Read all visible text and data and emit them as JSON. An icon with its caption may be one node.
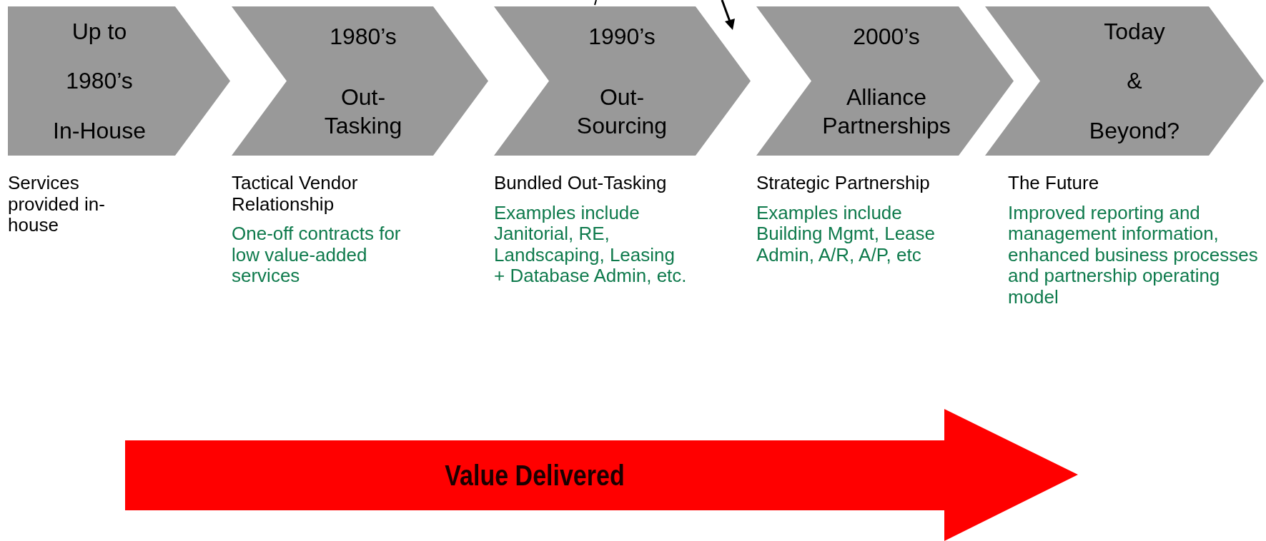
{
  "diagram": {
    "nodes": [
      {
        "text": [
          "Up to",
          "1980’s",
          "In-House"
        ],
        "beside": [
          "Services provided in-house"
        ]
      },
      {
        "text": [
          "1980’s",
          "Out- Tasking"
        ],
        "beside": [
          "Tactical Vendor Relationship",
          "One-off contracts for low value-added services"
        ]
      },
      {
        "text": [
          "1990’s",
          "Out- Sourcing"
        ],
        "beside": [
          "Bundled Out-Tasking",
          "Examples include Janitorial, RE, Landscaping, Leasing + Database Admin, etc."
        ]
      },
      {
        "text": [
          "2000’s",
          "Alliance Partnerships"
        ],
        "beside": [
          "Strategic Partnership",
          "Examples include Building Mgmt, Lease Admin, A/R, A/P, etc"
        ]
      },
      {
        "text": [
          "Today",
          "&",
          "Beyond?"
        ],
        "beside": [
          "The Future",
          "Improved reporting and management information, enhanced business processes and partnership operating model"
        ]
      },
      {
        "text": [
          "Value Delivered"
        ]
      }
    ]
  }
}
